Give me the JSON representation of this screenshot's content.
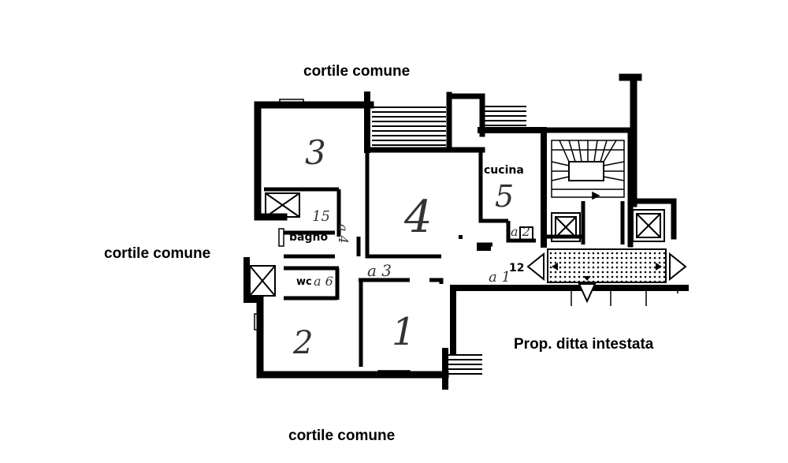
{
  "labels": {
    "top_courtyard": "cortile comune",
    "left_courtyard": "cortile comune",
    "bottom_courtyard": "cortile comune",
    "property": "Prop. ditta intestata",
    "kitchen": "cucina",
    "bathroom": "bagno",
    "wc": "wc"
  },
  "room_numbers": {
    "r1": "1",
    "r2": "2",
    "r3": "3",
    "r4": "4",
    "r5": "5",
    "r12": "12"
  },
  "handwritten_marks": {
    "hall": "a 3",
    "bath_mark": "15",
    "bath_side": "a 4",
    "wc_mark": "a 6",
    "corridor": "a 1",
    "near_12": "a 2"
  }
}
